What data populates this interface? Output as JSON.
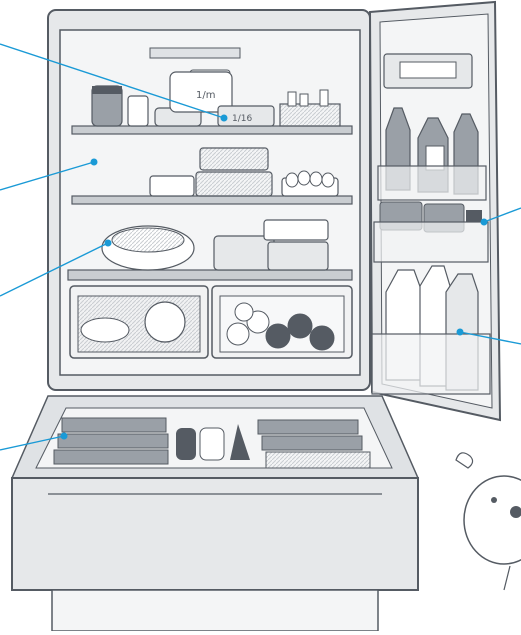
{
  "image": {
    "kind": "refrigerator-storage-illustration",
    "palette": {
      "outline": "#555b63",
      "body": "#e6e8ea",
      "interior": "#f1f2f3",
      "shelf": "#c9cdd1",
      "dark_item": "#555b63",
      "callout": "#1a9ad6",
      "background": "#ffffff"
    }
  },
  "labels": {
    "container_lid_fraction": "1/16",
    "jar_label_fraction": "1/m"
  },
  "callouts": [
    {
      "target": "top-shelf-container",
      "color": "#1a9ad6"
    },
    {
      "target": "middle-shelf-area",
      "color": "#1a9ad6"
    },
    {
      "target": "salad-bowl",
      "color": "#1a9ad6"
    },
    {
      "target": "freezer-drawer",
      "color": "#1a9ad6"
    },
    {
      "target": "door-middle-bin",
      "color": "#1a9ad6"
    },
    {
      "target": "door-bottom-bin",
      "color": "#1a9ad6"
    }
  ]
}
